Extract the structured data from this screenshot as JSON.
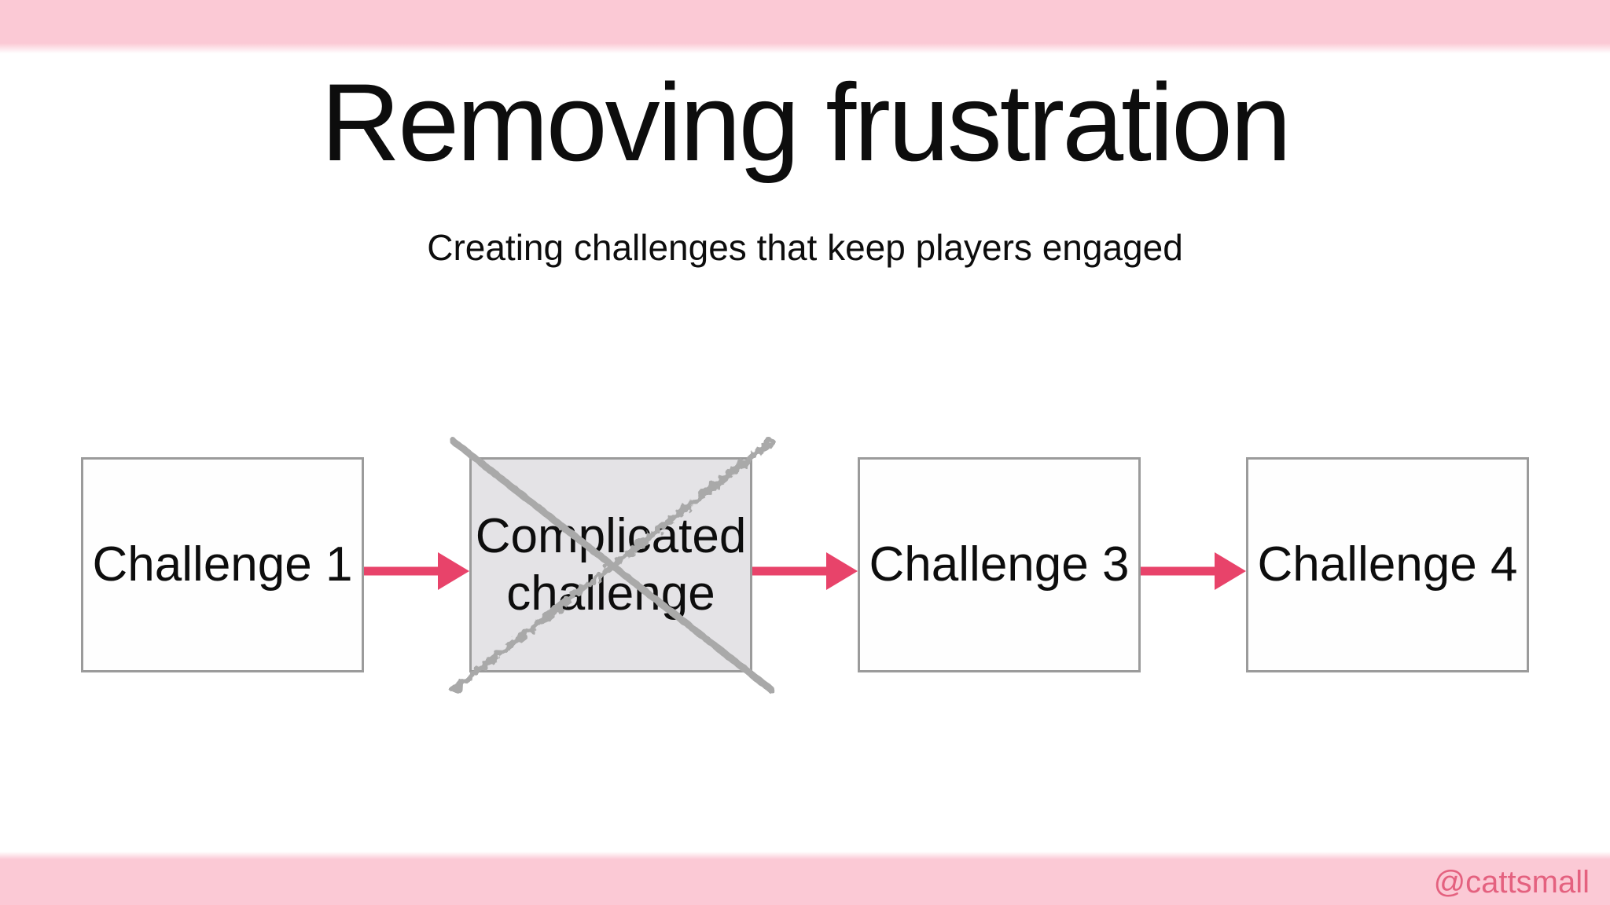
{
  "slide": {
    "title": "Removing frustration",
    "subtitle": "Creating challenges that keep players engaged",
    "watermark": "@cattsmall"
  },
  "diagram": {
    "nodes": [
      {
        "label": "Challenge 1",
        "removed": false
      },
      {
        "label": "Complicated challenge",
        "removed": true
      },
      {
        "label": "Challenge 3",
        "removed": false
      },
      {
        "label": "Challenge 4",
        "removed": false
      }
    ],
    "connectors": [
      {
        "from": "Challenge 1",
        "to": "Complicated challenge",
        "style": "arrow"
      },
      {
        "from": "Complicated challenge",
        "to": "Challenge 3",
        "style": "arrow"
      },
      {
        "from": "Challenge 3",
        "to": "Challenge 4",
        "style": "arrow"
      }
    ],
    "cross_out_icon": "x-mark"
  },
  "colors": {
    "accent_bar": "#fbc9d5",
    "arrow": "#e8436a",
    "watermark": "#e4617f",
    "box_border": "#9b9b9b",
    "removed_fill": "#e4e3e6",
    "cross": "#a9a9a9",
    "text": "#0d0d0d",
    "background": "#ffffff"
  }
}
